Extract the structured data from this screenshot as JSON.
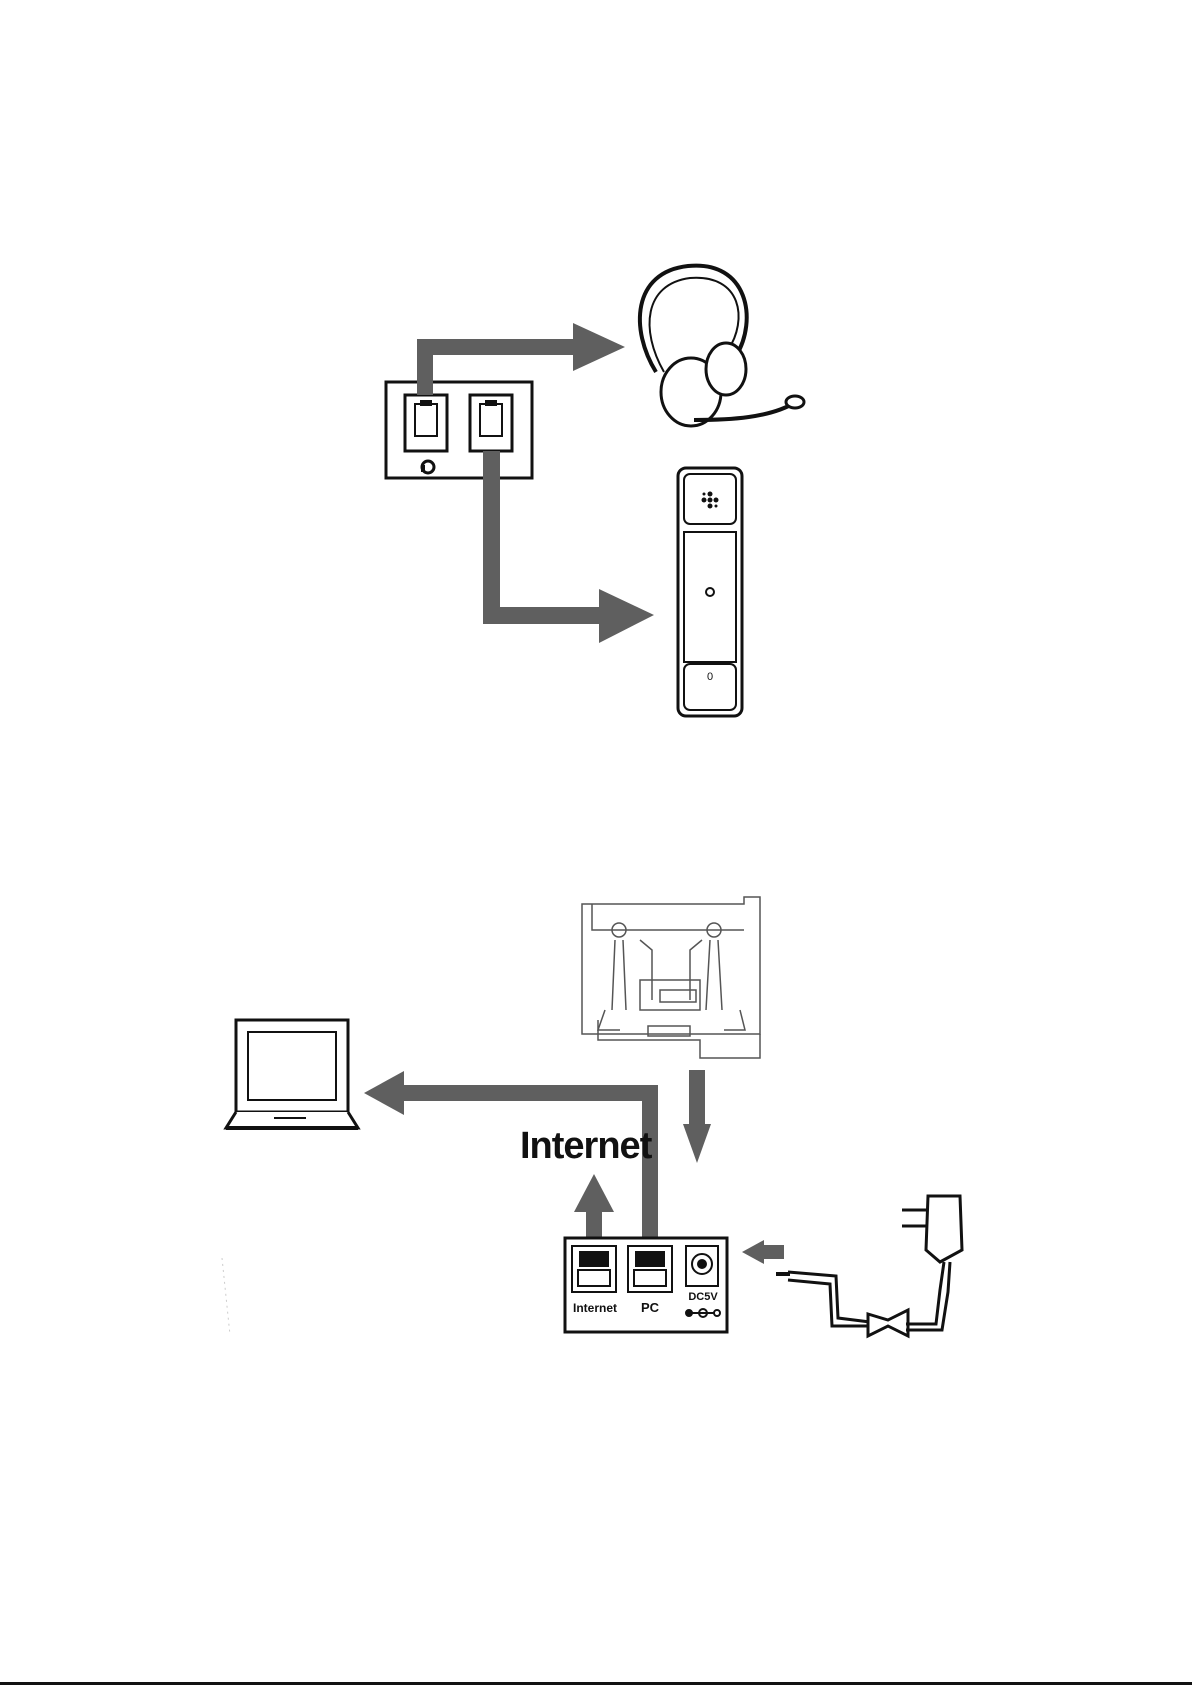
{
  "figure1": {
    "devices": [
      "headset",
      "handset"
    ],
    "ports": [
      "headset-port",
      "handset-port"
    ],
    "handset_key_label": "0"
  },
  "figure2": {
    "annotation": "Internet",
    "port_labels": {
      "internet": "Internet",
      "pc": "PC",
      "dc": "DC5V"
    },
    "devices": [
      "ip-phone-base",
      "laptop",
      "power-adapter"
    ]
  },
  "colors": {
    "arrow": "#5f5f5f",
    "line": "#111111",
    "background": "#ffffff"
  }
}
